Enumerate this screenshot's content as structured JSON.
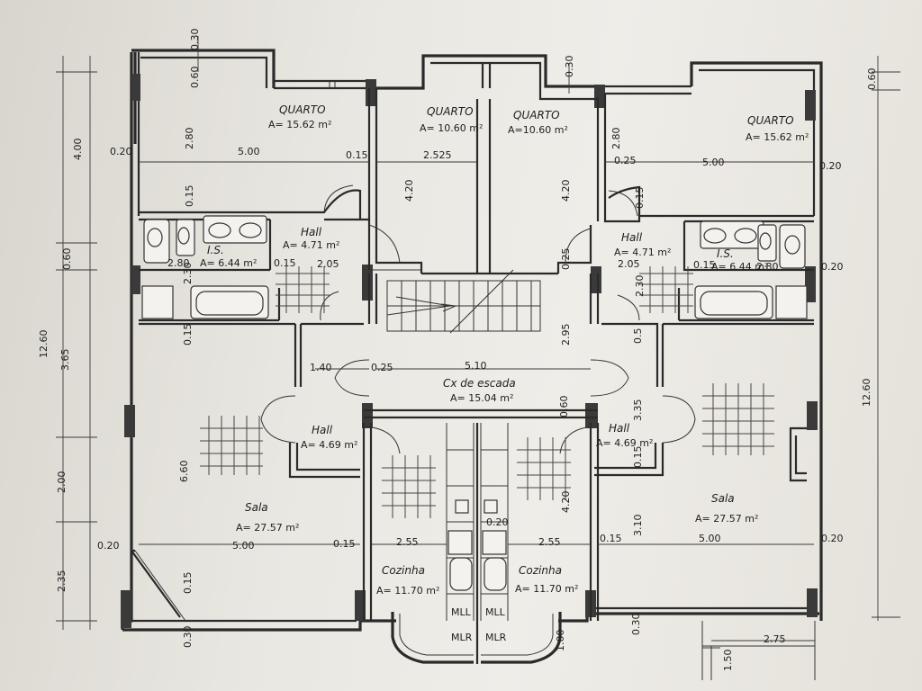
{
  "rooms": {
    "quarto_1": {
      "name": "QUARTO",
      "area": "A= 15.62 m²"
    },
    "quarto_2": {
      "name": "QUARTO",
      "area": "A= 10.60 m²"
    },
    "quarto_3": {
      "name": "QUARTO",
      "area": "A=10.60 m²"
    },
    "quarto_4": {
      "name": "QUARTO",
      "area": "A= 15.62 m²"
    },
    "hall_1": {
      "name": "Hall",
      "area": "A= 4.71 m²"
    },
    "hall_2": {
      "name": "Hall",
      "area": "A= 4.71 m²"
    },
    "hall_3": {
      "name": "Hall",
      "area": "A= 4.69 m²"
    },
    "hall_4": {
      "name": "Hall",
      "area": "A= 4.69 m²"
    },
    "is_1": {
      "name": "I.S.",
      "area": "A= 6.44 m²"
    },
    "is_2": {
      "name": "I.S.",
      "area": "A= 6.44 m²"
    },
    "escada": {
      "name": "Cx de escada",
      "area": "A= 15.04 m²"
    },
    "sala_1": {
      "name": "Sala",
      "area": "A= 27.57 m²"
    },
    "sala_2": {
      "name": "Sala",
      "area": "A= 27.57 m²"
    },
    "cozinha_1": {
      "name": "Cozinha",
      "area": "A= 11.70 m²"
    },
    "cozinha_2": {
      "name": "Cozinha",
      "area": "A= 11.70 m²"
    }
  },
  "appliances": {
    "mlr_1": "MLL",
    "mlr_2": "MLR",
    "mlr_3": "MLL",
    "mlr_4": "MLR"
  },
  "dimensions": {
    "left_total": "12.60",
    "left_a": "4.00",
    "left_b": "0.60",
    "left_c": "3.65",
    "left_d": "2.00",
    "left_e": "2.35",
    "right_total": "12.60",
    "right_top": "0.60",
    "top_030a": "0.30",
    "top_060": "0.60",
    "top_030b": "0.30",
    "q1_280": "2.80",
    "q1_500": "5.00",
    "q1_020": "0.20",
    "q1_015": "0.15",
    "q1_015b": "0.15",
    "q2_2525": "2.525",
    "q2_420": "4.20",
    "q3_420": "4.20",
    "q4_280": "2.80",
    "q4_025": "0.25",
    "q4_500": "5.00",
    "q4_020": "0.20",
    "q4_015": "0.15",
    "is1_280": "2.80",
    "is1_230": "2.30",
    "h1_015": "0.15",
    "h1_205": "2.05",
    "h2_205": "2.05",
    "h2_025": "0.25",
    "is2_015": "0.15",
    "is2_280": "2.80",
    "is2_230": "2.30",
    "is2_020": "0.20",
    "esc_295": "2.95",
    "esc_510": "5.10",
    "esc_140": "1.40",
    "esc_025": "0.25",
    "esc_060": "0.60",
    "esc_015": "0.15",
    "sl_660": "6.60",
    "sl_020": "0.20",
    "sl_500": "5.00",
    "sl_015": "0.15",
    "c1_255": "2.55",
    "c2_255": "2.55",
    "c2_420": "4.20",
    "c1_020": "0.20",
    "sr_335": "3.35",
    "sr_310": "3.10",
    "sr_500": "5.00",
    "sr_015": "0.15",
    "sr_020": "0.20",
    "h4_015": "0.15",
    "bot_030": "0.30",
    "bot_100": "1.00",
    "bot_030b": "0.30",
    "bal_275": "2.75",
    "bal_150": "1.50",
    "h3_015": "0.15",
    "h4_05": "0.5"
  },
  "colors": {
    "ink": "#2a2a2a",
    "paper": "#efede8"
  }
}
